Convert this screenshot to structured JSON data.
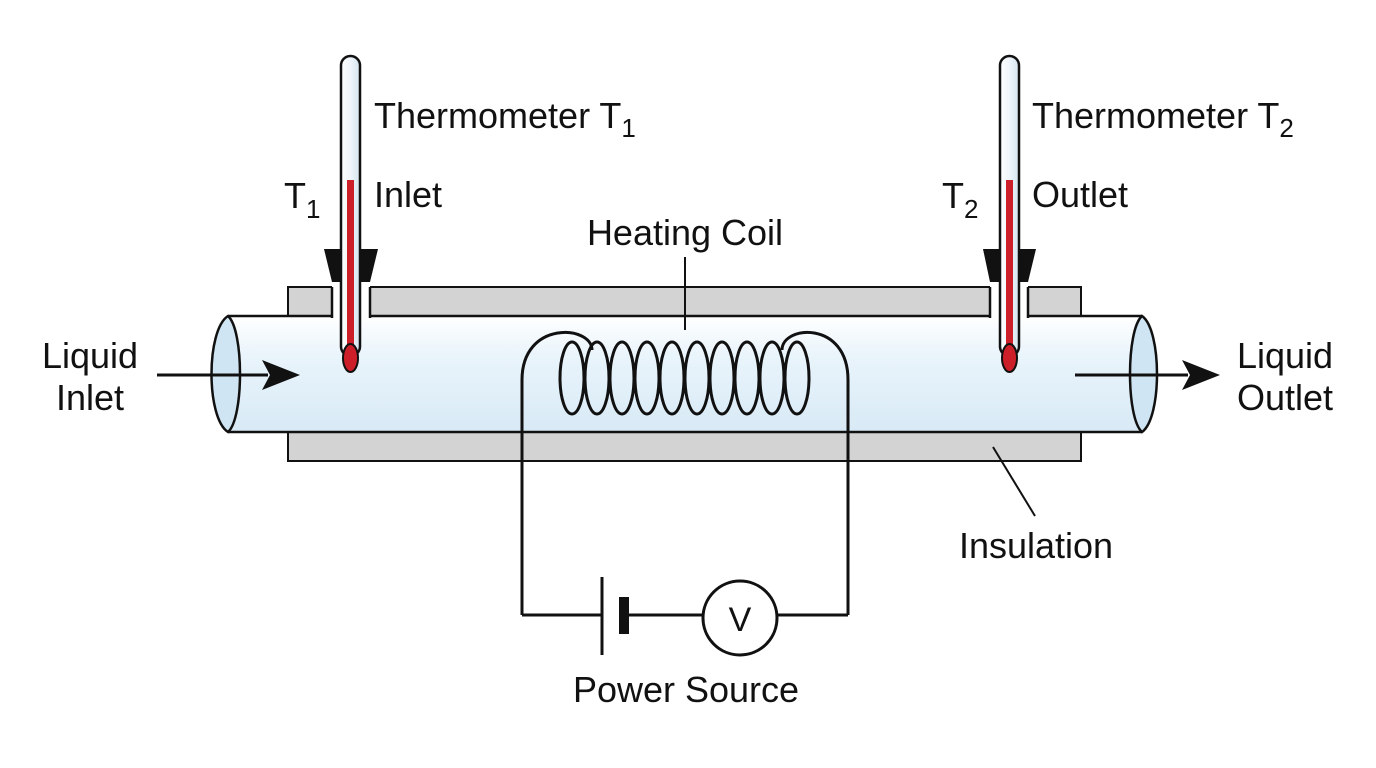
{
  "labels": {
    "thermometer_1": "Thermometer T",
    "thermometer_1_sub": "1",
    "thermometer_2": "Thermometer T",
    "thermometer_2_sub": "2",
    "t1_symbol": "T",
    "t1_symbol_sub": "1",
    "t2_symbol": "T",
    "t2_symbol_sub": "2",
    "inlet": "Inlet",
    "outlet": "Outlet",
    "heating_coil": "Heating Coil",
    "liquid_inlet_line1": "Liquid",
    "liquid_inlet_line2": "Inlet",
    "liquid_outlet_line1": "Liquid",
    "liquid_outlet_line2": "Outlet",
    "insulation": "Insulation",
    "voltmeter": "V",
    "power_source": "Power Source"
  },
  "colors": {
    "pipe_fill": "#e6f2fa",
    "pipe_end": "#cfe5f3",
    "insulation": "#d3d3d3",
    "mercury": "#cc1f2a",
    "outline": "#111111"
  }
}
